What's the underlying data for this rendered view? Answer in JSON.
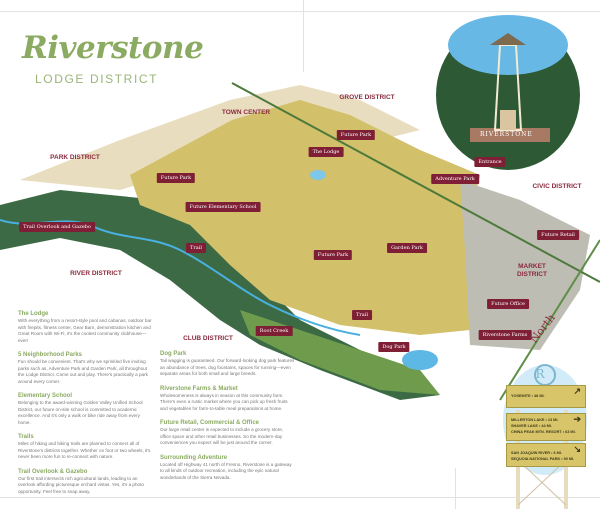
{
  "header": {
    "title": "Riverstone",
    "subtitle": "LODGE DISTRICT"
  },
  "districts": {
    "town_center": "TOWN CENTER",
    "grove": "GROVE DISTRICT",
    "park": "PARK DISTRICT",
    "civic": "CIVIC DISTRICT",
    "river": "RIVER DISTRICT",
    "club": "CLUB DISTRICT",
    "market": "MARKET DISTRICT"
  },
  "tags": {
    "future_park_1": "Future Park",
    "the_lodge": "The Lodge",
    "future_park_2": "Future Park",
    "adventure_park": "Adventure Park",
    "entrance": "Entrance",
    "elementary": "Future Elementary School",
    "trail_overlook": "Trail Overlook and Gazebo",
    "trail_1": "Trail",
    "future_park_3": "Future Park",
    "garden_park": "Garden Park",
    "future_retail": "Future Retail",
    "future_office": "Future Office",
    "trail_2": "Trail",
    "root_creek": "Root Creek",
    "riverstone_farms": "Riverstone Farms",
    "dog_park": "Dog Park"
  },
  "compass": {
    "label": "North"
  },
  "left_column": [
    {
      "heading": "The Lodge",
      "body": "With everything from a resort-style pool and cabanas, outdoor bar with firepits, fitness center, Gear Barn, demonstration kitchen and Great Room with Wi-Fi, it's the coolest community clubhouse—ever!"
    },
    {
      "heading": "5 Neighborhood Parks",
      "body": "Fun should be convenient. That's why we sprinkled five inviting parks such as, Adventure Park and Garden Park, all throughout the Lodge District. Come out and play. There's practically a park around every corner."
    },
    {
      "heading": "Elementary School",
      "body": "Belonging to the award-winning Golden Valley Unified School District, our future on-site school is committed to academic excellence. And it's only a walk or bike ride away from every home."
    },
    {
      "heading": "Trails",
      "body": "Miles of hiking and biking trails are planned to connect all of Riverstone's districts together. Whether on foot or two wheels, it's never been more fun to re-connect with nature."
    },
    {
      "heading": "Trail Overlook & Gazebo",
      "body": "Our first trail intersects rich agricultural lands, leading to an overlook affording picturesque orchard vistas. Yes, it's a photo opportunity. Feel free to snap away."
    }
  ],
  "middle_column": [
    {
      "heading": "Dog Park",
      "body": "Tail wagging is guaranteed. Our forward-looking dog park features an abundance of trees, dog fountains, spaces for running—even separate areas for both small and large breeds."
    },
    {
      "heading": "Riverstone Farms & Market",
      "body": "Wholesomeness is always in season at this community farm. There's even a rustic market where you can pick up fresh fruits and vegetables for farm-to-table meal preparations at home."
    },
    {
      "heading": "Future Retail, Commercial & Office",
      "body": "Our large retail center is expected to include a grocery store, office space and other retail businesses. So the modern-day conveniences you expect will be just around the corner."
    },
    {
      "heading": "Surrounding Adventure",
      "body": "Located off Highway 41 north of Fresno, Riverstone is a gateway to all kinds of outdoor recreation, including the epic natural wonderlands of the Sierra Nevada."
    }
  ],
  "signpost": {
    "logo": "R",
    "boards": [
      {
        "lines": [
          "YOSEMITE • 48 MI."
        ],
        "arrow": "↗"
      },
      {
        "lines": [
          "MILLERTON LAKE • 13 MI.",
          "SHAVER LAKE • 44 MI.",
          "CHINA PEAK MTN. RESORT • 63 MI."
        ],
        "arrow": "➔"
      },
      {
        "lines": [
          "SAN JOAQUIN RIVER • 6 MI.",
          "SEQUOIA NATIONAL PARK • 90 MI."
        ],
        "arrow": "↘"
      }
    ]
  },
  "tower": {
    "sign_text": "RIVERSTONE"
  },
  "colors": {
    "title_green": "#8bab62",
    "label_maroon": "#7e1f36",
    "lot_yellow": "#cdb75a",
    "forest": "#2f5a3a",
    "water": "#49b0e0"
  }
}
